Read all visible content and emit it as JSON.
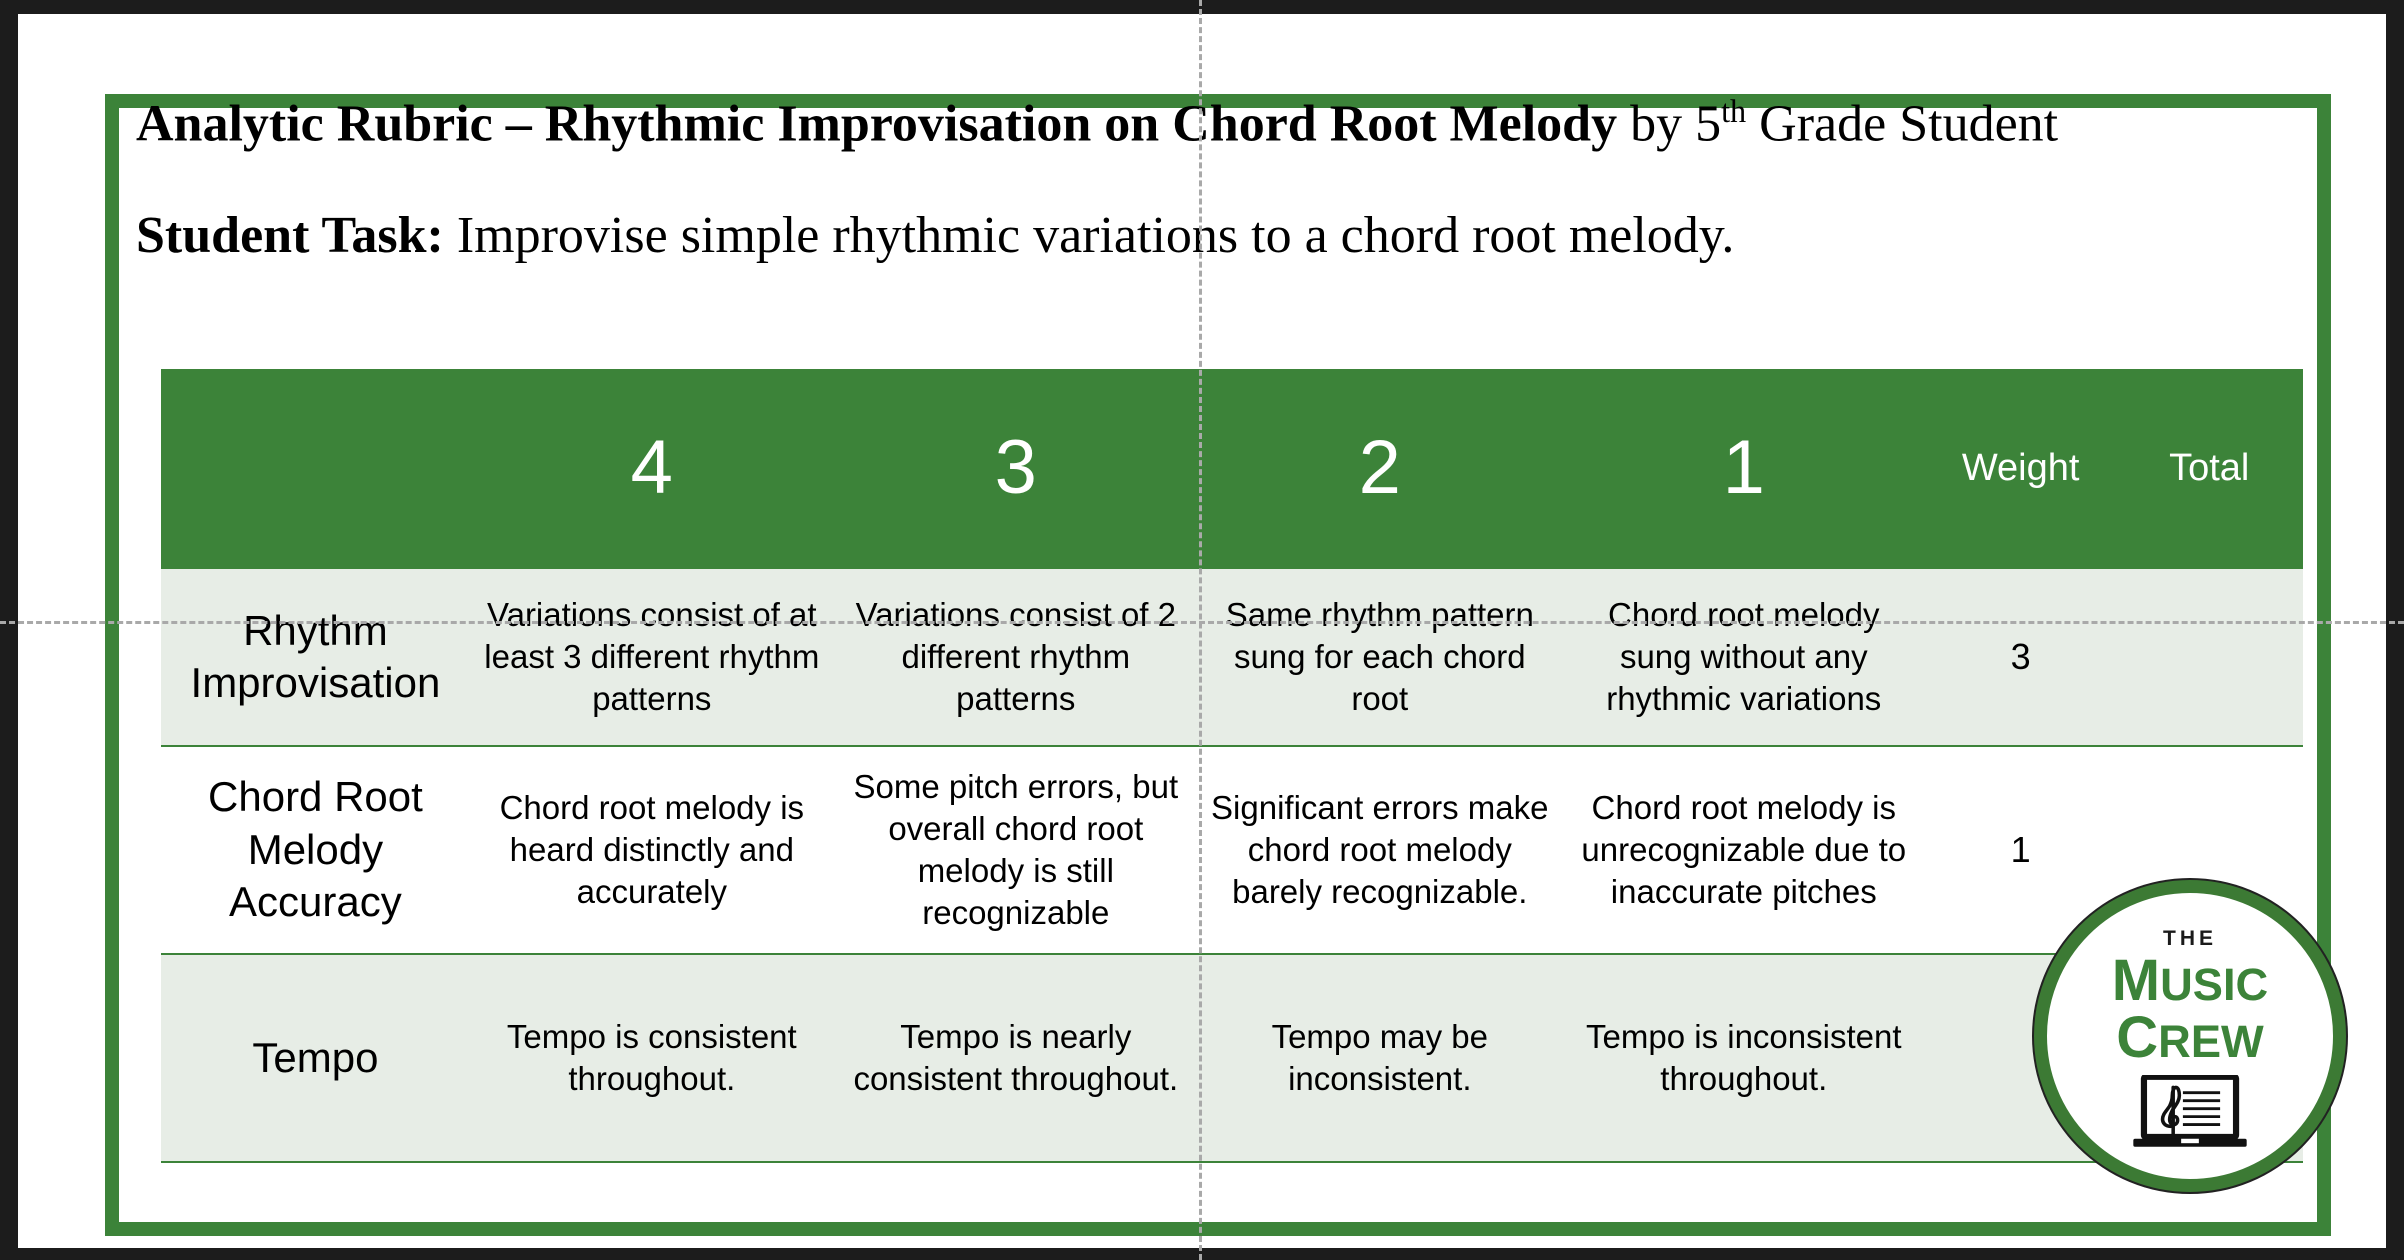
{
  "slide": {
    "heading_title_bold": "Analytic Rubric – Rhythmic Improvisation on Chord Root Melody",
    "heading_title_rest_pre": " by 5",
    "heading_title_sup": "th",
    "heading_title_rest_post": " Grade Student",
    "task_label": "Student Task:",
    "task_text": " Improvise simple rhythmic variations to a chord root melody."
  },
  "colors": {
    "brand_green": "#3C8339",
    "logo_ring_green": "#3C7A34",
    "row_shade": "#E7EDE6",
    "outer_frame": "#1c1c1c",
    "guide_line": "#a9a9a9"
  },
  "rubric": {
    "headers": {
      "criteria": "",
      "levels": [
        "4",
        "3",
        "2",
        "1"
      ],
      "weight": "Weight",
      "total": "Total"
    },
    "rows": [
      {
        "criteria": "Rhythm Improvisation",
        "level_4": "Variations consist of at least 3 different rhythm patterns",
        "level_3": "Variations consist of 2 different rhythm patterns",
        "level_2": "Same rhythm pattern sung for each chord root",
        "level_1": "Chord root melody sung without any rhythmic variations",
        "weight": "3",
        "total": ""
      },
      {
        "criteria": "Chord Root Melody Accuracy",
        "level_4": "Chord root melody is heard distinctly and accurately",
        "level_3": "Some pitch errors, but overall chord root melody is still recognizable",
        "level_2": "Significant errors make chord root melody barely recognizable.",
        "level_1": "Chord root melody is unrecognizable due to inaccurate pitches",
        "weight": "1",
        "total": ""
      },
      {
        "criteria": "Tempo",
        "level_4": "Tempo is consistent throughout.",
        "level_3": "Tempo is nearly consistent throughout.",
        "level_2": "Tempo may be inconsistent.",
        "level_1": "Tempo is inconsistent throughout.",
        "weight": "",
        "total": ""
      }
    ]
  },
  "logo": {
    "the": "THE",
    "music_cap": "M",
    "music_rest": "USIC",
    "crew_cap": "C",
    "crew_rest": "REW"
  }
}
